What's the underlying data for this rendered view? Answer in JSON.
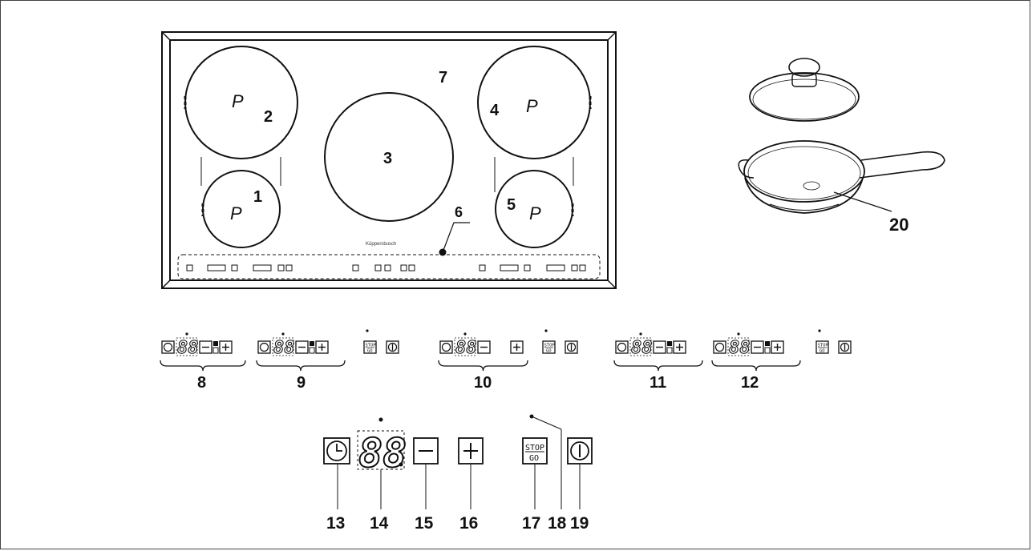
{
  "cooktop": {
    "brand": "Küppersbusch",
    "zone_symbol": "P",
    "labels": {
      "z1": "1",
      "z2": "2",
      "z3": "3",
      "z4": "4",
      "z5": "5",
      "panel": "6",
      "surface": "7"
    }
  },
  "cookware_label": "20",
  "group_labels": [
    "8",
    "9",
    "10",
    "11",
    "12"
  ],
  "control_labels": [
    "13",
    "14",
    "15",
    "16",
    "17",
    "18",
    "19"
  ],
  "glyphs": {
    "display": "88",
    "stop": "STOP",
    "go": "GO"
  },
  "icons": [
    "timer-icon",
    "display-icon",
    "minus-icon",
    "plus-icon",
    "stop-go-icon",
    "power-icon"
  ]
}
